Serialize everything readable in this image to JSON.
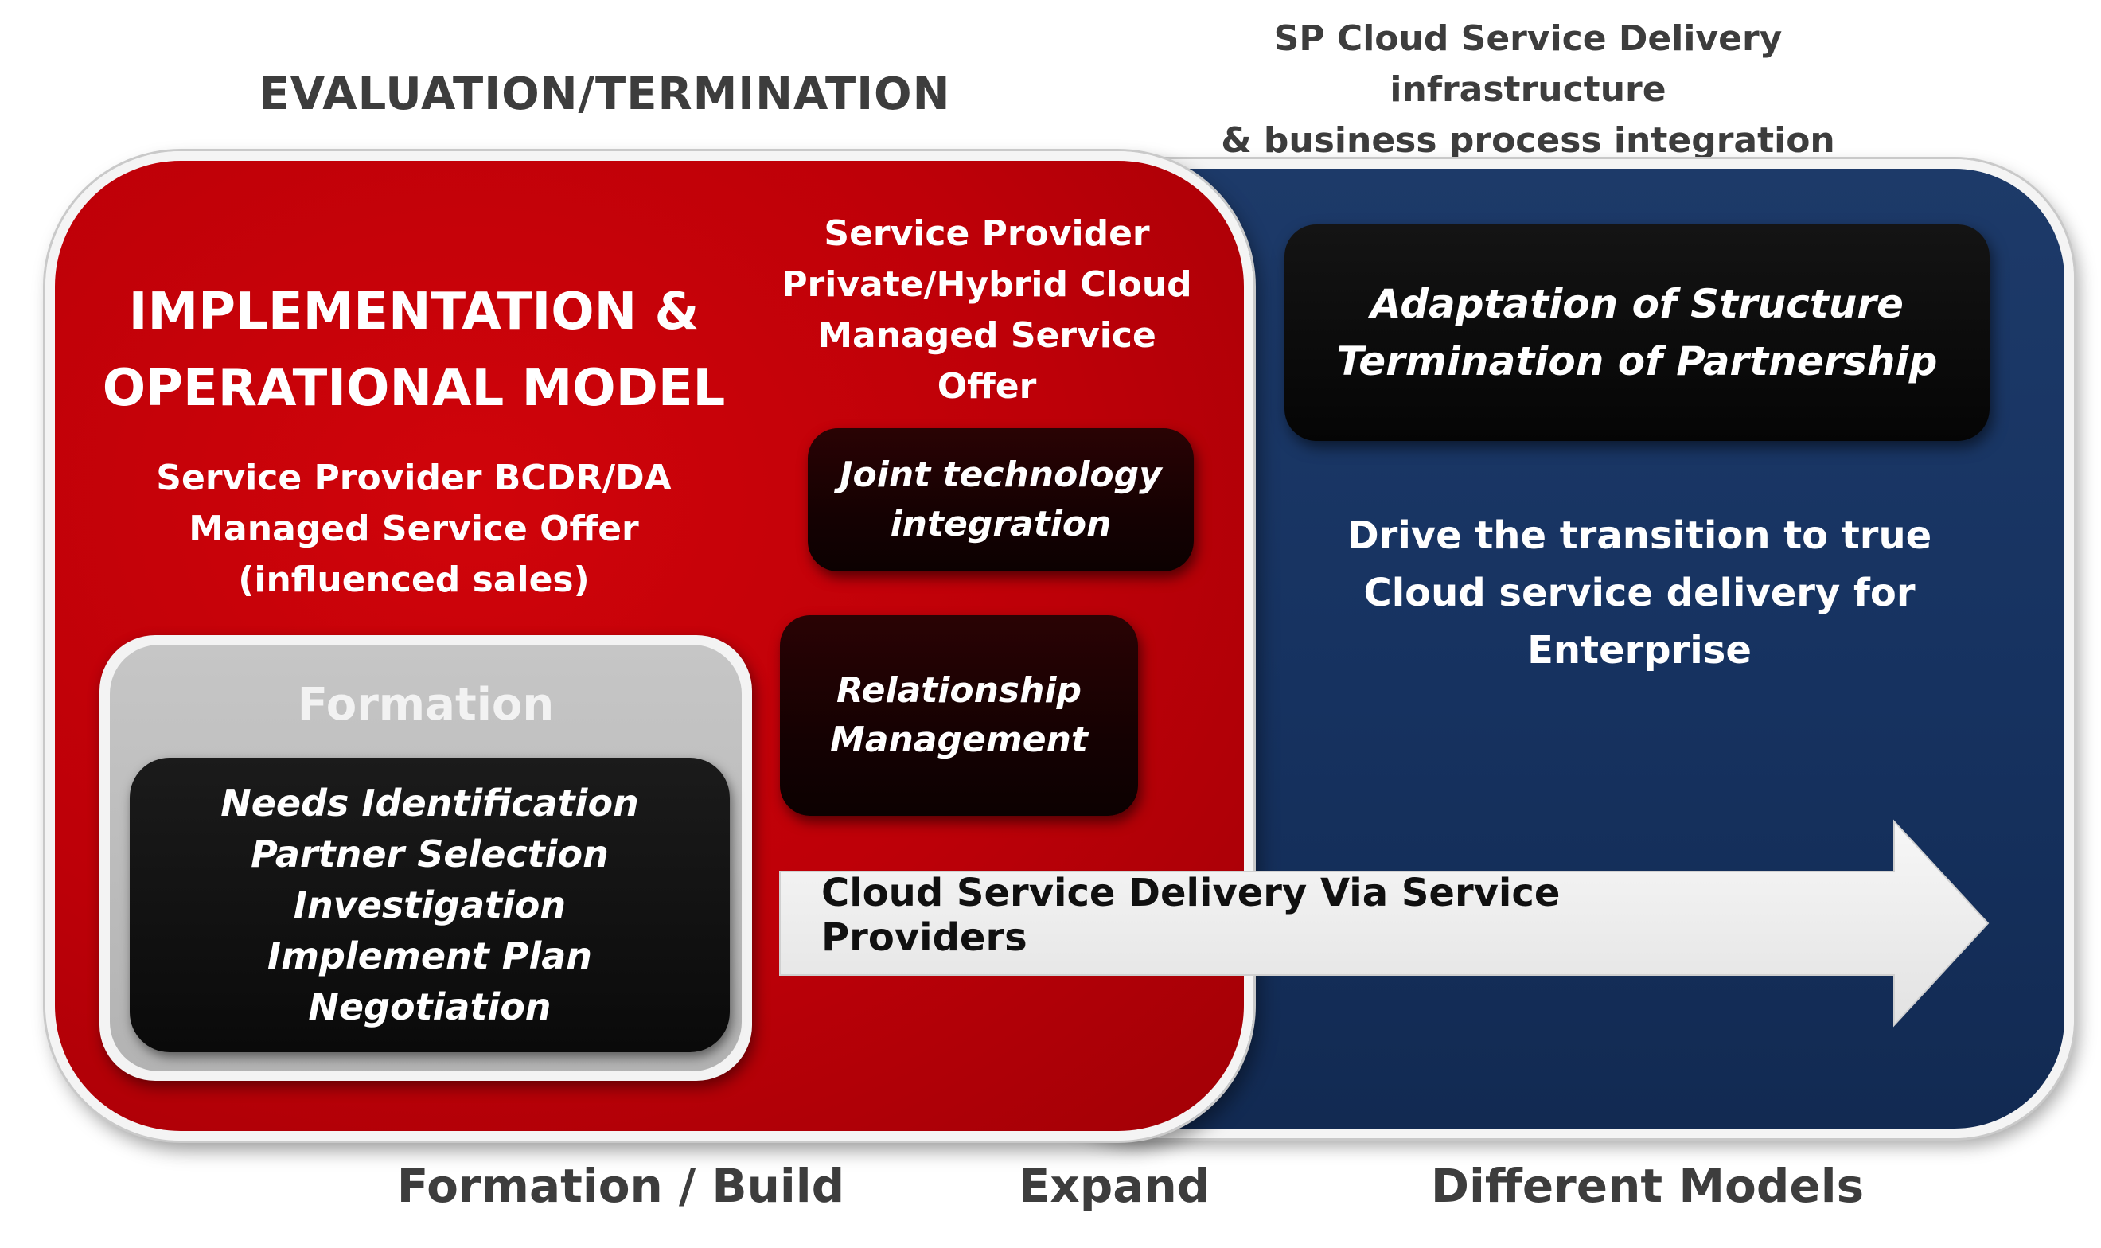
{
  "labels": {
    "top_left": "EVALUATION/TERMINATION",
    "top_right_line1": "SP Cloud Service Delivery infrastructure",
    "top_right_line2": "& business process integration",
    "bottom_left": "Formation / Build",
    "bottom_middle": "Expand",
    "bottom_right": "Different Models"
  },
  "red_area": {
    "title_line1": "IMPLEMENTATION &",
    "title_line2": "OPERATIONAL MODEL",
    "bcdr_line1": "Service Provider BCDR/DA",
    "bcdr_line2": "Managed Service Offer",
    "bcdr_line3": "(influenced sales)",
    "offer_line1": "Service Provider",
    "offer_line2": "Private/Hybrid Cloud",
    "offer_line3": "Managed Service Offer",
    "joint_line1": "Joint technology",
    "joint_line2": "integration",
    "rel_line1": "Relationship",
    "rel_line2": "Management"
  },
  "formation": {
    "title": "Formation",
    "items": [
      "Needs Identification",
      "Partner Selection",
      "Investigation",
      "Implement Plan",
      "Negotiation"
    ]
  },
  "blue_area": {
    "adapt_line1": "Adaptation of Structure",
    "adapt_line2": "Termination  of Partnership",
    "drive_line1": "Drive the transition to true",
    "drive_line2": "Cloud service delivery for",
    "drive_line3": "Enterprise"
  },
  "arrow": {
    "label": "Cloud Service Delivery Via Service Providers"
  },
  "colors": {
    "red": "#c00008",
    "blue": "#173463",
    "arrow_fill": "#efefef",
    "label_gray": "#3d3d3d"
  }
}
